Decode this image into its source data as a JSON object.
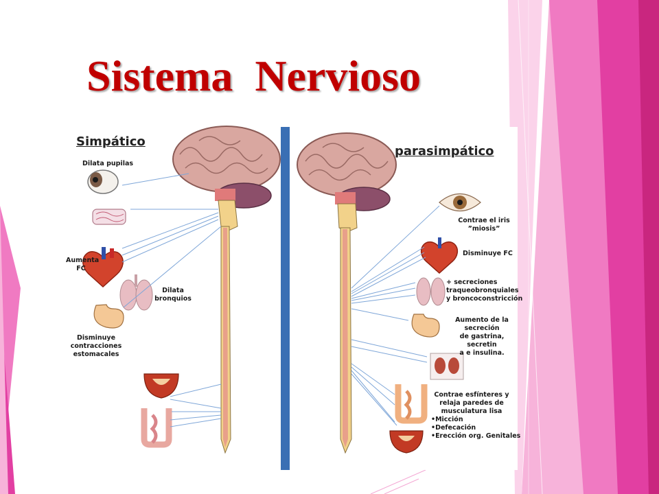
{
  "title": "Sistema  Nervioso",
  "sympathetic": {
    "heading": "Simpático",
    "labels": {
      "pupils": "Dilata pupilas",
      "heart_1": "Aumenta",
      "heart_2": "FC",
      "bronchi_1": "Dilata",
      "bronchi_2": "bronquios",
      "stomach_1": "Disminuye",
      "stomach_2": "contracciones",
      "stomach_3": "estomacales"
    }
  },
  "parasympathetic": {
    "heading": "parasimpático",
    "labels": {
      "eye_1": "Contrae el iris",
      "eye_2": "”miosis”",
      "heart": "Disminuye FC",
      "lungs_1": "+  secreciones",
      "lungs_2": "traqueobronquiales",
      "lungs_3": "y broncoconstricción",
      "stomach_1": "Aumento de la",
      "stomach_2": "secreción",
      "stomach_3": "de gastrina, secretin",
      "stomach_4": "a e insulina.",
      "sphincter_1": "Contrae esfínteres y",
      "sphincter_2": "relaja paredes de",
      "sphincter_3": "musculatura lisa",
      "list": [
        "•Micción",
        "•Defecación",
        "•Erección org. Genitales"
      ]
    }
  },
  "colors": {
    "title": "#c00000",
    "divider": "#3a6fb4",
    "decor_pink": "#e23fa2",
    "decor_light": "#f07ac2",
    "spine": "#e8a08a",
    "brain": "#d9a7a0",
    "nerve_line": "#7ea6d8"
  }
}
